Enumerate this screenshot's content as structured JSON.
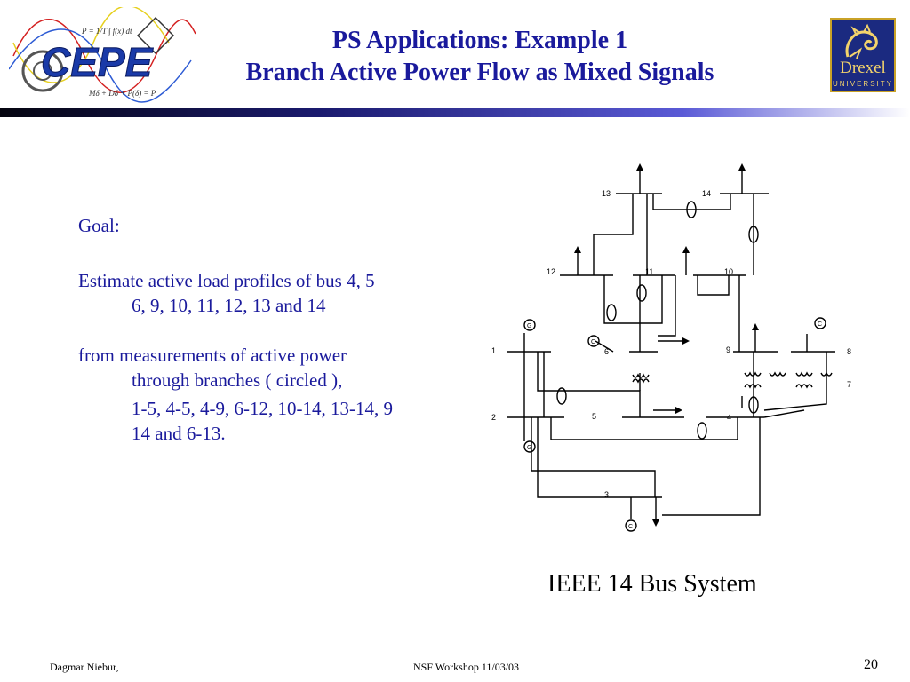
{
  "logo_left": {
    "wordmark": "CEPE"
  },
  "logo_right": {
    "name": "Drexel",
    "subtitle": "UNIVERSITY"
  },
  "title": {
    "line1": "PS Applications: Example 1",
    "line2": "Branch Active Power Flow as Mixed Signals"
  },
  "content": {
    "goal": "Goal:",
    "estimate_line1": "Estimate active load profiles of bus 4, 5",
    "estimate_line2": "6, 9, 10, 11, 12, 13 and 14",
    "measure_line1": "from measurements of active power",
    "measure_line2": "through branches ( circled ),",
    "branches_line1": "1-5, 4-5, 4-9, 6-12, 10-14, 13-14, 9",
    "branches_line2": "14 and 6-13."
  },
  "diagram": {
    "buses": [
      "1",
      "2",
      "3",
      "4",
      "5",
      "6",
      "7",
      "8",
      "9",
      "10",
      "11",
      "12",
      "13",
      "14"
    ],
    "generator_symbol": "G",
    "compensator_symbol": "C"
  },
  "caption": "IEEE 14 Bus System",
  "footer": {
    "author": "Dagmar Niebur,",
    "event": "NSF Workshop 11/03/03",
    "page": "20"
  }
}
